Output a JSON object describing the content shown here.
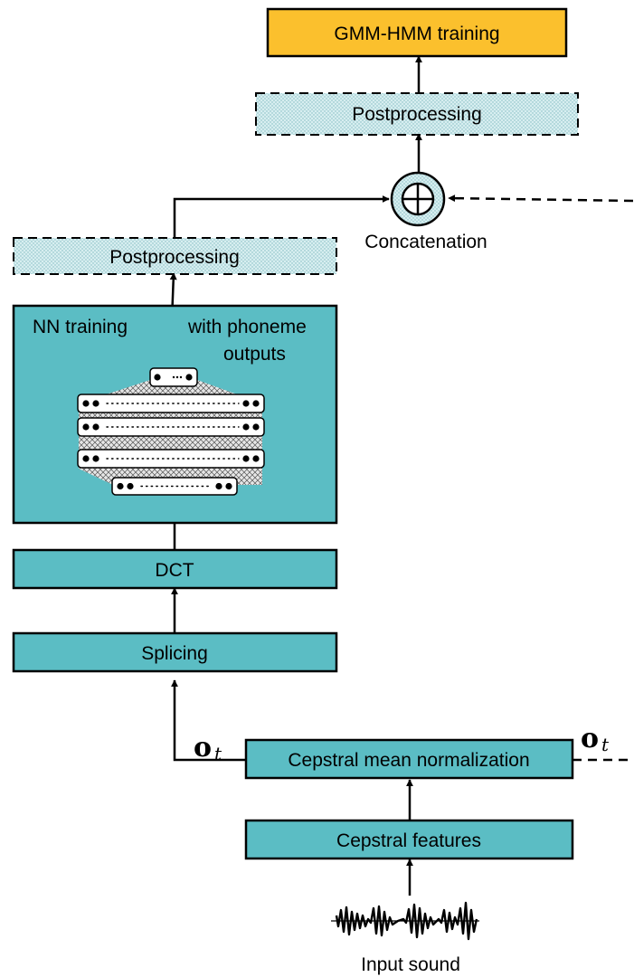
{
  "boxes": {
    "gmm": "GMM-HMM training",
    "post_top": "Postprocessing",
    "post_left": "Postprocessing",
    "nn_left": "NN training",
    "nn_right_line1": "with phoneme",
    "nn_right_line2": "outputs",
    "dct": "DCT",
    "splicing": "Splicing",
    "cmn": "Cepstral mean normalization",
    "cepstral": "Cepstral features"
  },
  "labels": {
    "concatenation": "Concatenation",
    "input_sound": "Input sound",
    "ot_left_base": "o",
    "ot_left_sub": "t",
    "ot_right_base": "o",
    "ot_right_sub": "t"
  },
  "colors": {
    "teal": "#5bbdc4",
    "gold": "#fbc02d",
    "stroke": "#000000"
  }
}
